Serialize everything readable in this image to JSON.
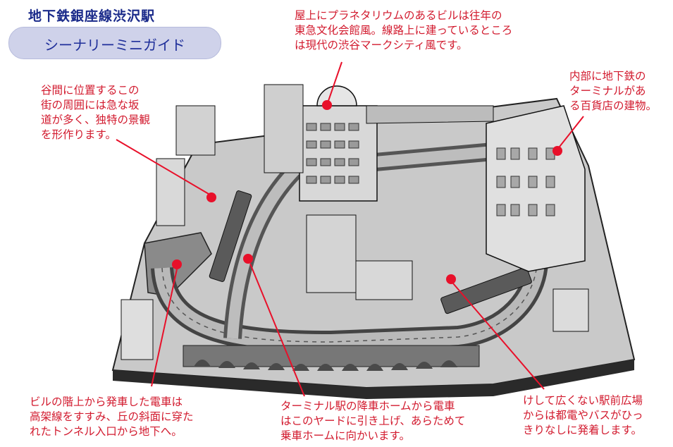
{
  "header": {
    "title": "地下鉄銀座線渋沢駅",
    "subtitle": "シーナリーミニガイド"
  },
  "notes": {
    "top_center": "屋上にプラネタリウムのあるビルは往年の\n東急文化会館風。線路上に建っているところ\nは現代の渋谷マークシティ風です。",
    "top_left": "谷間に位置するこの\n街の周囲には急な坂\n道が多く、独特の景観\nを形作ります。",
    "top_right": "内部に地下鉄の\nターミナルがあ\nる百貨店の建物。",
    "bottom_left": "ビルの階上から発車した電車は\n高架線をすすみ、丘の斜面に穿た\nれたトンネル入口から地下へ。",
    "bottom_center": "ターミナル駅の降車ホームから電車\nはこのヤードに引き上げ、あらためて\n乗車ホームに向かいます。",
    "bottom_right": "けして広くない駅前広場\nからは都電やバスがひっ\nきりなしに発着します。"
  },
  "colors": {
    "title": "#1a2a8a",
    "note_text": "#d21a2e",
    "marker": "#e8102a",
    "pill_bg": "#cfd2ea"
  }
}
